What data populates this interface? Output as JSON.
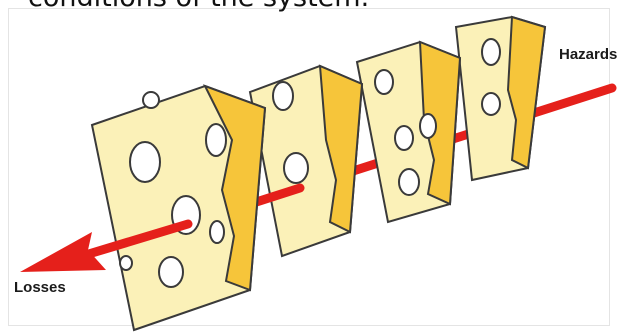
{
  "caption_text": "conditions of the system.",
  "labels": {
    "hazards": "Hazards",
    "losses": "Losses"
  },
  "colors": {
    "cheese_face": "#fbf1b8",
    "cheese_side": "#f6c53a",
    "cheese_outline": "#3a3a3a",
    "hole": "#ffffff",
    "arrow": "#e5201b"
  },
  "icons": {
    "slices": "cheese-slice-icon",
    "arrow": "red-arrow-icon"
  }
}
